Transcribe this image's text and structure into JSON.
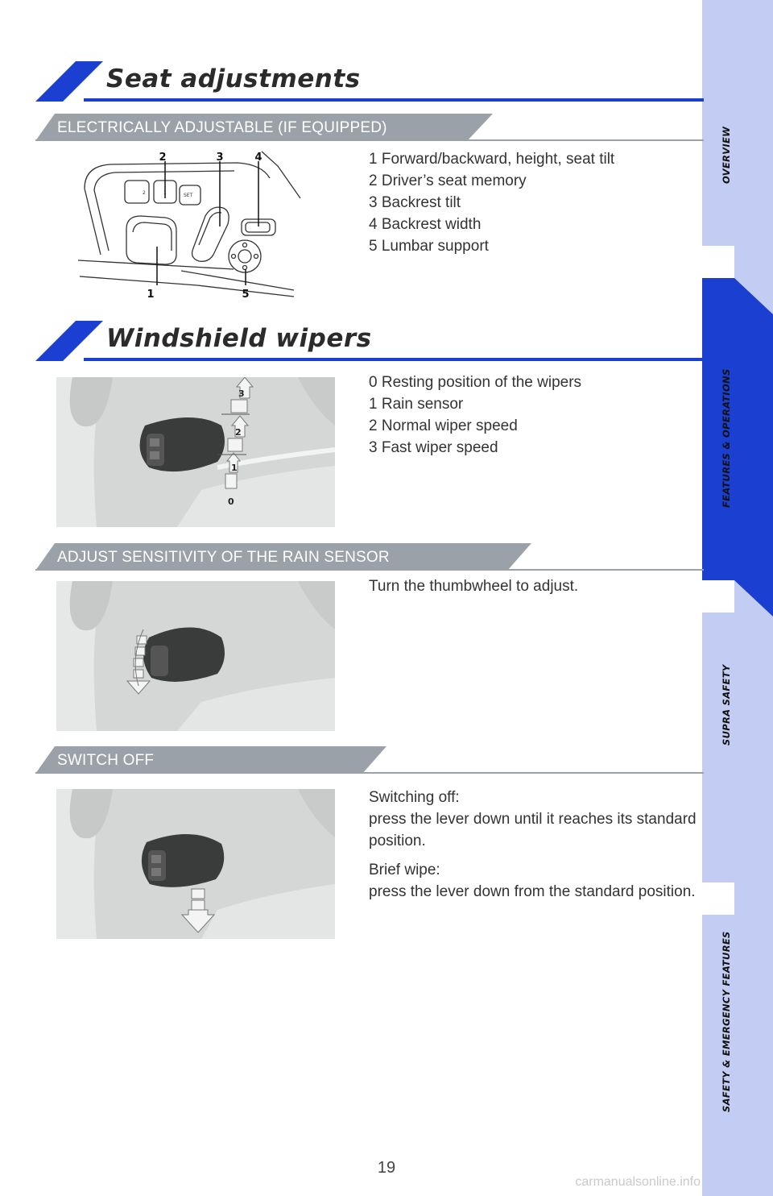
{
  "side_tabs": [
    "OVERVIEW",
    "FEATURES & OPERATIONS",
    "SUPRA SAFETY",
    "SAFETY & EMERGENCY FEATURES"
  ],
  "colors": {
    "accent": "#1b3fd0",
    "tab": "#c3cdf3",
    "tab_active": "#1b3fd0",
    "banner": "#9aa1a8"
  },
  "seat": {
    "heading": "Seat adjustments",
    "banner": "ELECTRICALLY ADJUSTABLE (IF EQUIPPED)",
    "items": [
      "1 Forward/backward, height, seat tilt",
      "2 Driver’s seat memory",
      "3 Backrest tilt",
      "4 Backrest width",
      "5 Lumbar support"
    ],
    "callouts": [
      "1",
      "2",
      "3",
      "4",
      "5"
    ],
    "button_labels": [
      "2",
      "1",
      "SET"
    ]
  },
  "wipers": {
    "heading": "Windshield wipers",
    "items": [
      "0 Resting position of the wipers",
      "1 Rain sensor",
      "2 Normal wiper speed",
      "3 Fast wiper speed"
    ],
    "positions": [
      "3",
      "2",
      "1",
      "0"
    ]
  },
  "sensitivity": {
    "banner": "ADJUST SENSITIVITY OF THE RAIN SENSOR",
    "text": "Turn the thumbwheel to adjust."
  },
  "switch_off": {
    "banner": "SWITCH OFF",
    "line1": "Switching off:",
    "line2": "press the lever down until it reaches its standard position.",
    "line3": "Brief wipe:",
    "line4": "press the lever down from the standard position."
  },
  "page_number": "19",
  "watermark": "carmanualsonline.info"
}
